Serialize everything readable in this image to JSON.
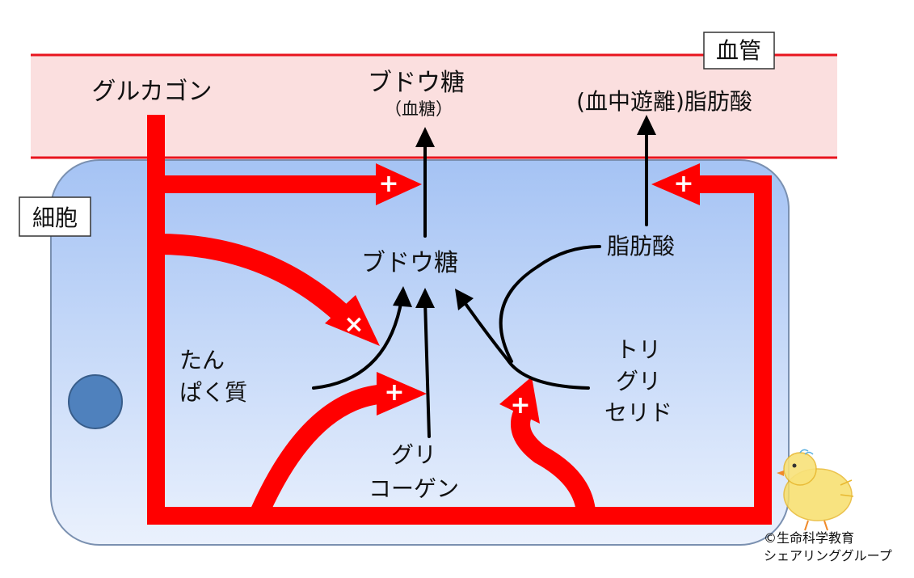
{
  "labels": {
    "blood_vessel": "血管",
    "cell": "細胞",
    "glucagon": "グルカゴン",
    "blood_glucose_top": "ブドウ糖",
    "blood_glucose_sub": "（血糖）",
    "free_fatty_acid": "(血中遊離)脂肪酸",
    "glucose": "ブドウ糖",
    "fatty_acid": "脂肪酸",
    "protein_line1": "たん",
    "protein_line2": "ぱく質",
    "triglyceride_line1": "トリ",
    "triglyceride_line2": "グリ",
    "triglyceride_line3": "セリド",
    "glycogen_line1": "グリ",
    "glycogen_line2": "コーゲン"
  },
  "signs": {
    "plus": "+",
    "cross": "×"
  },
  "copyright": {
    "line1": "©生命科学教育",
    "line2": "シェアリンググループ"
  },
  "colors": {
    "vessel_fill": "#fbdfdf",
    "vessel_line": "#e8141e",
    "cell_top": "#a5c3f4",
    "cell_bottom": "#eaf1fd",
    "cell_border": "#7a90b0",
    "nucleus": "#4f81bd",
    "signal_arrow": "#ff0000",
    "reaction_arrow": "#000000"
  }
}
